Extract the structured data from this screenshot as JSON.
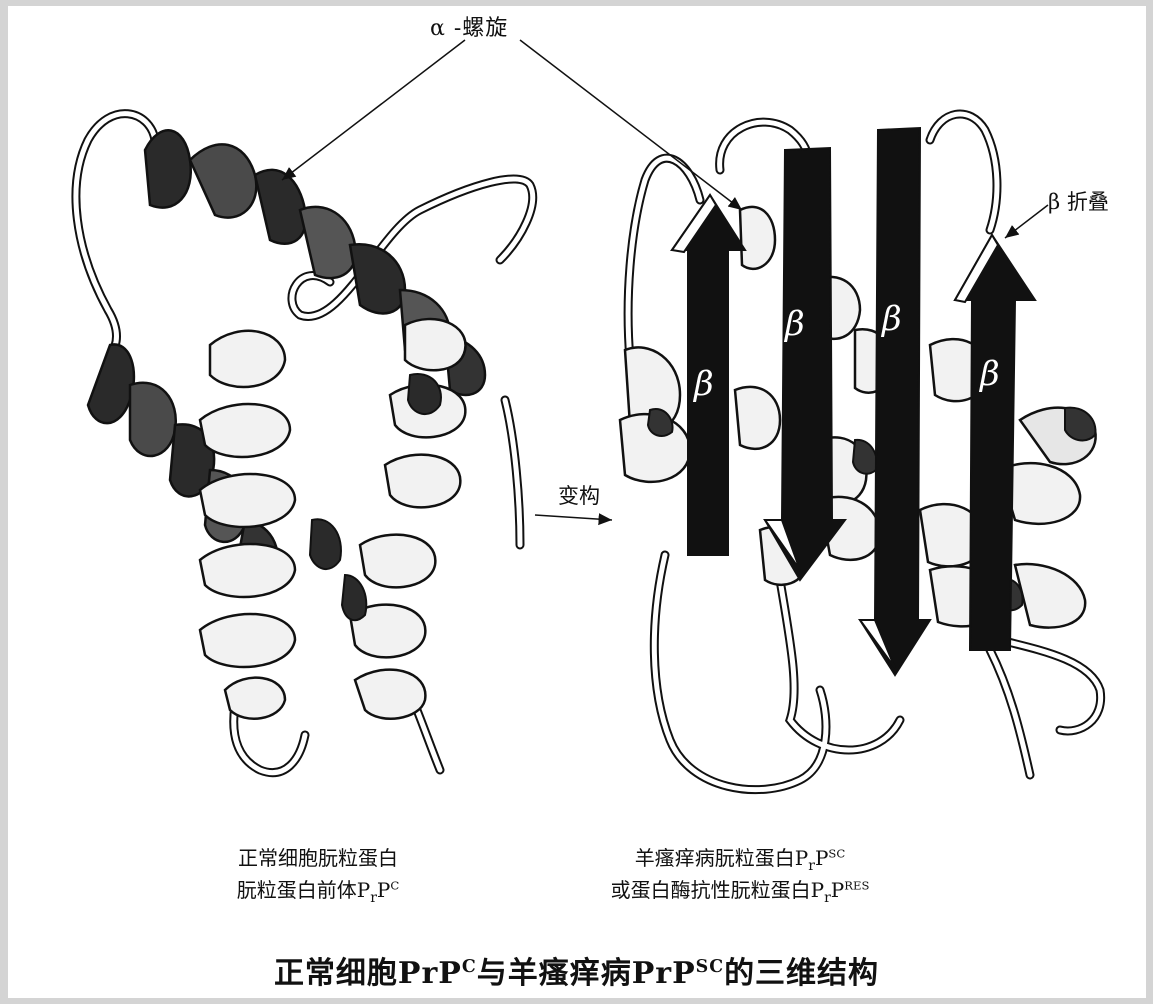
{
  "labels": {
    "alpha_helix": "α -螺旋",
    "beta_sheet": "β 折叠",
    "transform": "变构",
    "beta_symbol": "β"
  },
  "captions": {
    "left_line1": "正常细胞朊粒蛋白",
    "left_line2_text": "朊粒蛋白前体",
    "left_line2_p": "P",
    "left_line2_r": "r",
    "left_line2_p2": "P",
    "left_line2_sup": "C",
    "right_line1_text": "羊瘙痒病朊粒蛋白",
    "right_line1_p": "P",
    "right_line1_r": "r",
    "right_line1_p2": "P",
    "right_line1_sup": "SC",
    "right_line2_text": "或蛋白酶抗性朊粒蛋白",
    "right_line2_p": "P",
    "right_line2_r": "r",
    "right_line2_p2": "P",
    "right_line2_sup": "RES"
  },
  "title": {
    "part1": "正常细胞PrP",
    "sup1": "C",
    "part2": "与羊瘙痒病PrP",
    "sup2": "SC",
    "part3": "的三维结构"
  }
}
